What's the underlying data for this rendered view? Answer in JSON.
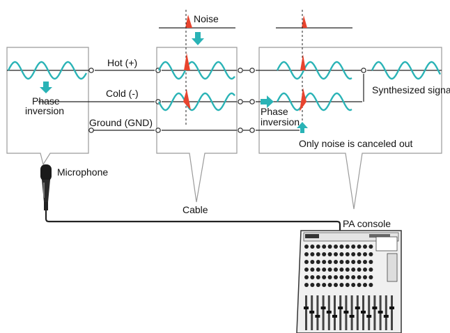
{
  "labels": {
    "noise": "Noise",
    "hot": "Hot (+)",
    "cold": "Cold (-)",
    "ground": "Ground (GND)",
    "phase_inversion_left_line1": "Phase",
    "phase_inversion_left_line2": "inversion",
    "phase_inversion_right_line1": "Phase",
    "phase_inversion_right_line2": "inversion",
    "synthesized_signal": "Synthesized signal",
    "only_noise_canceled": "Only noise is canceled out",
    "microphone": "Microphone",
    "cable": "Cable",
    "pa_console": "PA console"
  },
  "colors": {
    "wave": "#2ab3b6",
    "arrow": "#2ab3b6",
    "noise": "#e8442e",
    "outline": "#9a9a9a",
    "line": "#222222"
  },
  "icons": {
    "microphone": "microphone-icon",
    "mixer": "mixing-console-icon"
  }
}
